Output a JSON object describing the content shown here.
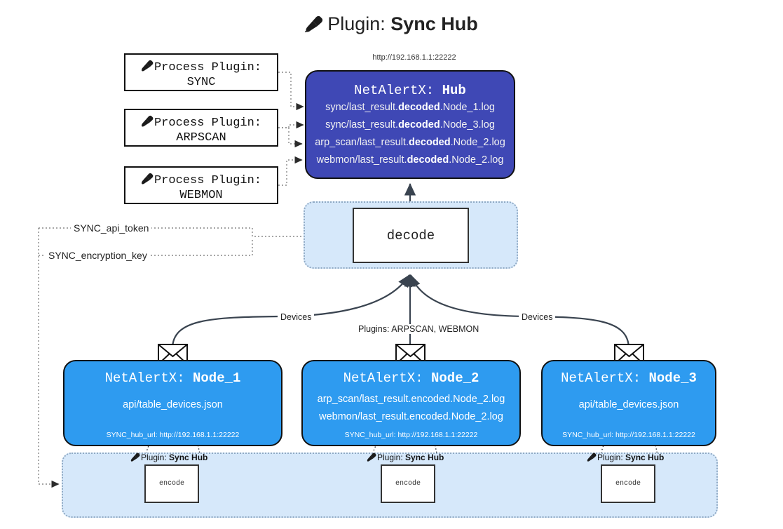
{
  "title": {
    "icon": "plug-icon",
    "prefix": "Plugin: ",
    "name": "Sync Hub"
  },
  "hub": {
    "url": "http://192.168.1.1:22222",
    "title_prefix": "NetAlertX: ",
    "title_name": "Hub",
    "color": "#3f48b5",
    "lines": [
      {
        "pre": "sync/last_result.",
        "bold": "decoded",
        "post": ".Node_1.log"
      },
      {
        "pre": "sync/last_result.",
        "bold": "decoded",
        "post": ".Node_3.log"
      },
      {
        "pre": "arp_scan/last_result.",
        "bold": "decoded",
        "post": ".Node_2.log"
      },
      {
        "pre": "webmon/last_result.",
        "bold": "decoded",
        "post": ".Node_2.log"
      }
    ]
  },
  "process_plugins": [
    {
      "icon": "plug-icon",
      "line1": "Process Plugin:",
      "line2": "SYNC"
    },
    {
      "icon": "plug-icon",
      "line1": "Process Plugin:",
      "line2": "ARPSCAN"
    },
    {
      "icon": "plug-icon",
      "line1": "Process Plugin:",
      "line2": "WEBMON"
    }
  ],
  "decode": {
    "label": "decode",
    "container_color": "#d6e8fa"
  },
  "env_vars": [
    {
      "label": "SYNC_api_token"
    },
    {
      "label": "SYNC_encryption_key"
    }
  ],
  "edge_labels": {
    "devices_left": "Devices",
    "devices_right": "Devices",
    "plugins_center": "Plugins: ARPSCAN, WEBMON"
  },
  "nodes": [
    {
      "icon": "envelope-icon",
      "title_prefix": "NetAlertX: ",
      "title_name": "Node_1",
      "color": "#2e9bf0",
      "lines": [
        "api/table_devices.json"
      ],
      "url_label": "SYNC_hub_url: ",
      "url_value": "http://192.168.1.1:22222"
    },
    {
      "icon": "envelope-icon",
      "title_prefix": "NetAlertX: ",
      "title_name": "Node_2",
      "color": "#2e9bf0",
      "lines": [
        "arp_scan/last_result.encoded.Node_2.log",
        "webmon/last_result.encoded.Node_2.log"
      ],
      "url_label": "SYNC_hub_url: ",
      "url_value": "http://192.168.1.1:22222"
    },
    {
      "icon": "envelope-icon",
      "title_prefix": "NetAlertX: ",
      "title_name": "Node_3",
      "color": "#2e9bf0",
      "lines": [
        "api/table_devices.json"
      ],
      "url_label": "SYNC_hub_url: ",
      "url_value": "http://192.168.1.1:22222"
    }
  ],
  "encoders": [
    {
      "icon": "plug-icon",
      "caption_prefix": "Plugin: ",
      "caption_name": "Sync Hub",
      "label": "encode"
    },
    {
      "icon": "plug-icon",
      "caption_prefix": "Plugin: ",
      "caption_name": "Sync Hub",
      "label": "encode"
    },
    {
      "icon": "plug-icon",
      "caption_prefix": "Plugin: ",
      "caption_name": "Sync Hub",
      "label": "encode"
    }
  ]
}
